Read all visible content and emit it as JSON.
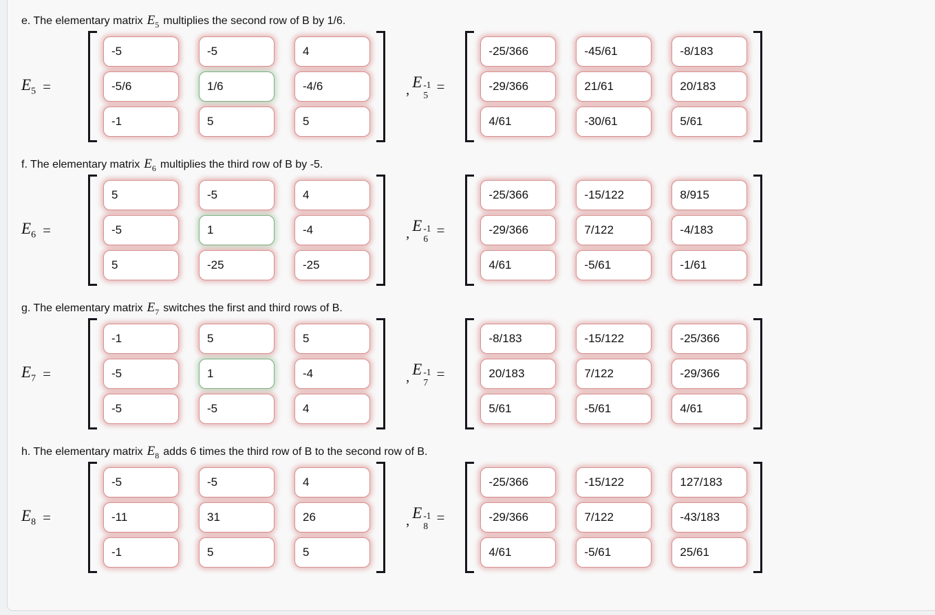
{
  "symbols": {
    "equals": "=",
    "comma": ","
  },
  "colors": {
    "incorrect_border": "#d79090",
    "incorrect_glow": "rgba(203,80,80,0.35)",
    "correct_border": "#7fae7f",
    "correct_glow": "rgba(100,160,100,0.32)",
    "bracket": "#16161d",
    "card_background": "#f8f8f8",
    "page_background": "#f0f1f2"
  },
  "sections": [
    {
      "id": "e",
      "heading_prefix": "e. The elementary matrix",
      "symbol": "E",
      "subscript": "5",
      "inverse_exponent": "-1",
      "heading_suffix": "multiplies the second row of B by 1/6.",
      "matrix": [
        {
          "value": "-5",
          "state": "incorrect"
        },
        {
          "value": "-5",
          "state": "incorrect"
        },
        {
          "value": "4",
          "state": "incorrect"
        },
        {
          "value": "-5/6",
          "state": "incorrect"
        },
        {
          "value": "1/6",
          "state": "correct"
        },
        {
          "value": "-4/6",
          "state": "incorrect"
        },
        {
          "value": "-1",
          "state": "incorrect"
        },
        {
          "value": "5",
          "state": "incorrect"
        },
        {
          "value": "5",
          "state": "incorrect"
        }
      ],
      "inverse": [
        {
          "value": "-25/366",
          "state": "incorrect"
        },
        {
          "value": "-45/61",
          "state": "incorrect"
        },
        {
          "value": "-8/183",
          "state": "incorrect"
        },
        {
          "value": "-29/366",
          "state": "incorrect"
        },
        {
          "value": "21/61",
          "state": "incorrect"
        },
        {
          "value": "20/183",
          "state": "incorrect"
        },
        {
          "value": "4/61",
          "state": "incorrect"
        },
        {
          "value": "-30/61",
          "state": "incorrect"
        },
        {
          "value": "5/61",
          "state": "incorrect"
        }
      ]
    },
    {
      "id": "f",
      "heading_prefix": "f. The elementary matrix",
      "symbol": "E",
      "subscript": "6",
      "inverse_exponent": "-1",
      "heading_suffix": "multiplies the third row of B by -5.",
      "matrix": [
        {
          "value": "5",
          "state": "incorrect"
        },
        {
          "value": "-5",
          "state": "incorrect"
        },
        {
          "value": "4",
          "state": "incorrect"
        },
        {
          "value": "-5",
          "state": "incorrect"
        },
        {
          "value": "1",
          "state": "correct"
        },
        {
          "value": "-4",
          "state": "incorrect"
        },
        {
          "value": "5",
          "state": "incorrect"
        },
        {
          "value": "-25",
          "state": "incorrect"
        },
        {
          "value": "-25",
          "state": "incorrect"
        }
      ],
      "inverse": [
        {
          "value": "-25/366",
          "state": "incorrect"
        },
        {
          "value": "-15/122",
          "state": "incorrect"
        },
        {
          "value": "8/915",
          "state": "incorrect"
        },
        {
          "value": "-29/366",
          "state": "incorrect"
        },
        {
          "value": "7/122",
          "state": "incorrect"
        },
        {
          "value": "-4/183",
          "state": "incorrect"
        },
        {
          "value": "4/61",
          "state": "incorrect"
        },
        {
          "value": "-5/61",
          "state": "incorrect"
        },
        {
          "value": "-1/61",
          "state": "incorrect"
        }
      ]
    },
    {
      "id": "g",
      "heading_prefix": "g. The elementary matrix",
      "symbol": "E",
      "subscript": "7",
      "inverse_exponent": "-1",
      "heading_suffix": "switches the first and third rows of B.",
      "matrix": [
        {
          "value": "-1",
          "state": "incorrect"
        },
        {
          "value": "5",
          "state": "incorrect"
        },
        {
          "value": "5",
          "state": "incorrect"
        },
        {
          "value": "-5",
          "state": "incorrect"
        },
        {
          "value": "1",
          "state": "correct"
        },
        {
          "value": "-4",
          "state": "incorrect"
        },
        {
          "value": "-5",
          "state": "incorrect"
        },
        {
          "value": "-5",
          "state": "incorrect"
        },
        {
          "value": "4",
          "state": "incorrect"
        }
      ],
      "inverse": [
        {
          "value": "-8/183",
          "state": "incorrect"
        },
        {
          "value": "-15/122",
          "state": "incorrect"
        },
        {
          "value": "-25/366",
          "state": "incorrect"
        },
        {
          "value": "20/183",
          "state": "incorrect"
        },
        {
          "value": "7/122",
          "state": "incorrect"
        },
        {
          "value": "-29/366",
          "state": "incorrect"
        },
        {
          "value": "5/61",
          "state": "incorrect"
        },
        {
          "value": "-5/61",
          "state": "incorrect"
        },
        {
          "value": "4/61",
          "state": "incorrect"
        }
      ]
    },
    {
      "id": "h",
      "heading_prefix": "h. The elementary matrix",
      "symbol": "E",
      "subscript": "8",
      "inverse_exponent": "-1",
      "heading_suffix": "adds 6 times the third row of B to the second row of B.",
      "matrix": [
        {
          "value": "-5",
          "state": "incorrect"
        },
        {
          "value": "-5",
          "state": "incorrect"
        },
        {
          "value": "4",
          "state": "incorrect"
        },
        {
          "value": "-11",
          "state": "incorrect"
        },
        {
          "value": "31",
          "state": "incorrect"
        },
        {
          "value": "26",
          "state": "incorrect"
        },
        {
          "value": "-1",
          "state": "incorrect"
        },
        {
          "value": "5",
          "state": "incorrect"
        },
        {
          "value": "5",
          "state": "incorrect"
        }
      ],
      "inverse": [
        {
          "value": "-25/366",
          "state": "incorrect"
        },
        {
          "value": "-15/122",
          "state": "incorrect"
        },
        {
          "value": "127/183",
          "state": "incorrect"
        },
        {
          "value": "-29/366",
          "state": "incorrect"
        },
        {
          "value": "7/122",
          "state": "incorrect"
        },
        {
          "value": "-43/183",
          "state": "incorrect"
        },
        {
          "value": "4/61",
          "state": "incorrect"
        },
        {
          "value": "-5/61",
          "state": "incorrect"
        },
        {
          "value": "25/61",
          "state": "incorrect"
        }
      ]
    }
  ]
}
